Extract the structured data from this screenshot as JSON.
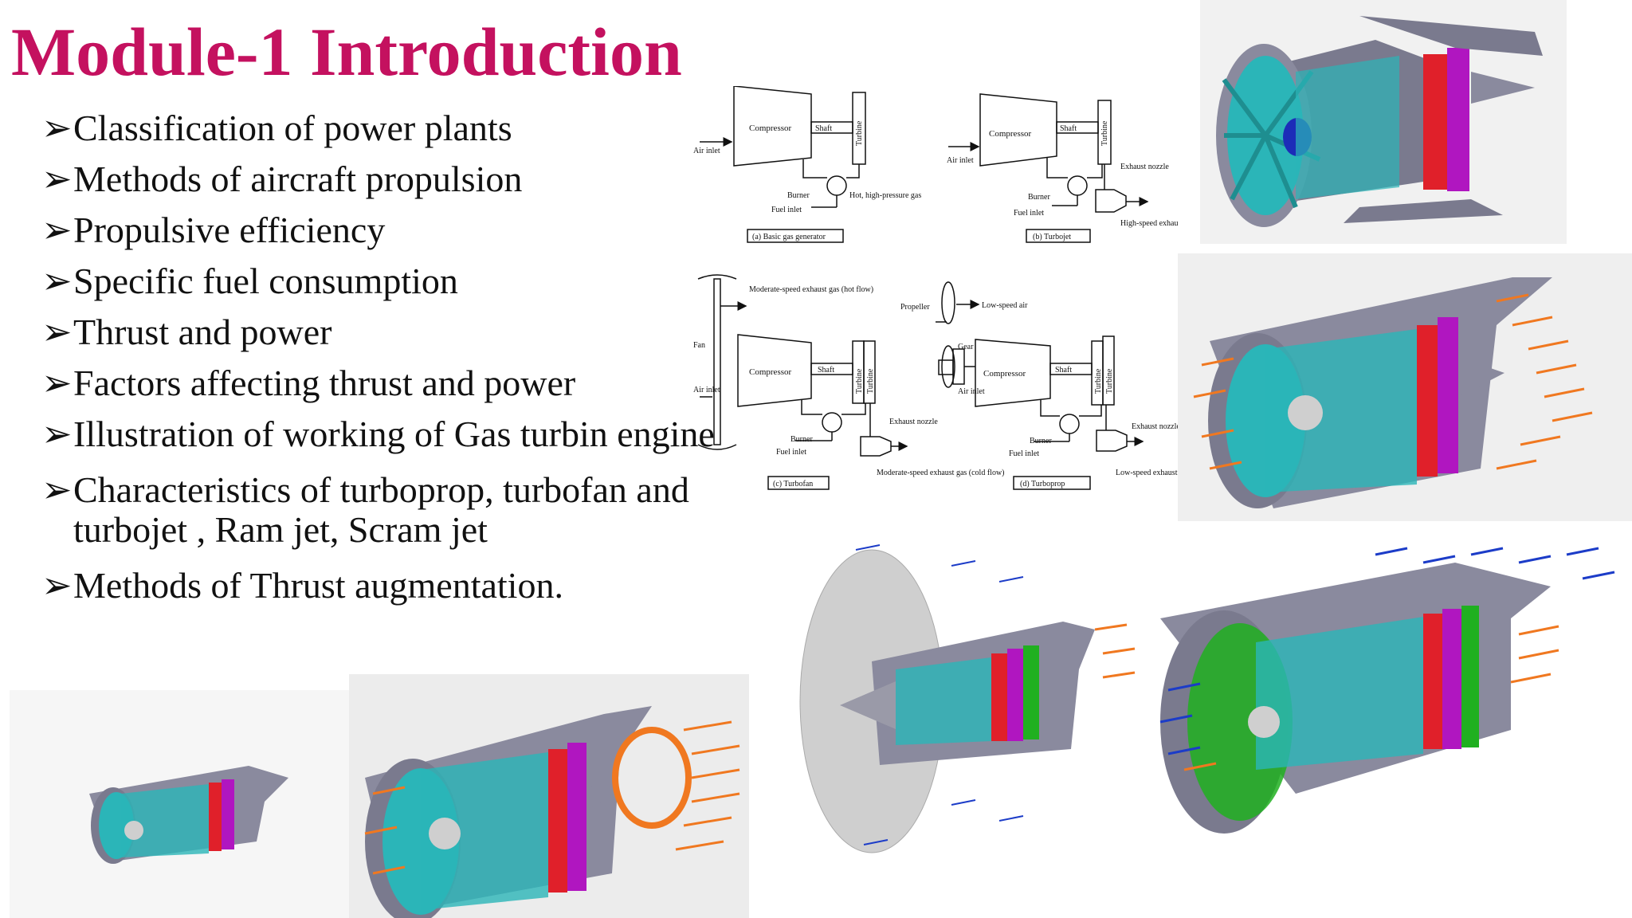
{
  "slide": {
    "title": "Module-1 Introduction",
    "bullet_glyph": "➢",
    "bullets": [
      "Classification of power plants",
      "Methods of aircraft propulsion",
      "Propulsive efficiency",
      "Specific fuel consumption",
      "Thrust and power",
      "Factors affecting thrust and power",
      "Illustration of working of Gas turbin engine",
      "Characteristics of turboprop, turbofan and turbojet , Ram jet, Scram jet",
      "Methods of Thrust augmentation."
    ]
  },
  "schematics": {
    "a": {
      "compressor": "Compressor",
      "shaft": "Shaft",
      "turbine": "Turbine",
      "air": "Air inlet",
      "burner": "Burner",
      "fuel": "Fuel inlet",
      "gas": "Hot, high-pressure gas",
      "caption": "(a) Basic gas generator"
    },
    "b": {
      "compressor": "Compressor",
      "shaft": "Shaft",
      "turbine": "Turbine",
      "air": "Air inlet",
      "burner": "Burner",
      "fuel": "Fuel inlet",
      "nozzle": "Exhaust nozzle",
      "gas": "High-speed exhaust gas",
      "caption": "(b) Turbojet"
    },
    "c": {
      "fan": "Fan",
      "moderate": "Moderate-speed exhaust gas (hot flow)",
      "compressor": "Compressor",
      "shaft": "Shaft",
      "turbine1": "Turbine",
      "turbine2": "Turbine",
      "air": "Air inlet",
      "burner": "Burner",
      "fuel": "Fuel inlet",
      "nozzle": "Exhaust nozzle",
      "gas": "Moderate-speed exhaust gas (cold flow)",
      "caption": "(c) Turbofan"
    },
    "d": {
      "propeller": "Propeller",
      "lowair": "Low-speed air",
      "gear": "Gear",
      "air": "Air inlet",
      "compressor": "Compressor",
      "shaft": "Shaft",
      "turbine1": "Turbine",
      "turbine2": "Turbine",
      "burner": "Burner",
      "fuel": "Fuel inlet",
      "nozzle": "Exhaust nozzle",
      "gas": "Low-speed exhaust gas",
      "caption": "(d) Turboprop"
    }
  },
  "colors": {
    "title": "#c4115f",
    "casing": "#8a8a9e",
    "blades": "#2bb5b8",
    "combustor": "#e0202a",
    "turbine": "#b016c0",
    "exhaust": "#f07820",
    "fan": "#20b020",
    "flow": "#1c3cc8"
  }
}
